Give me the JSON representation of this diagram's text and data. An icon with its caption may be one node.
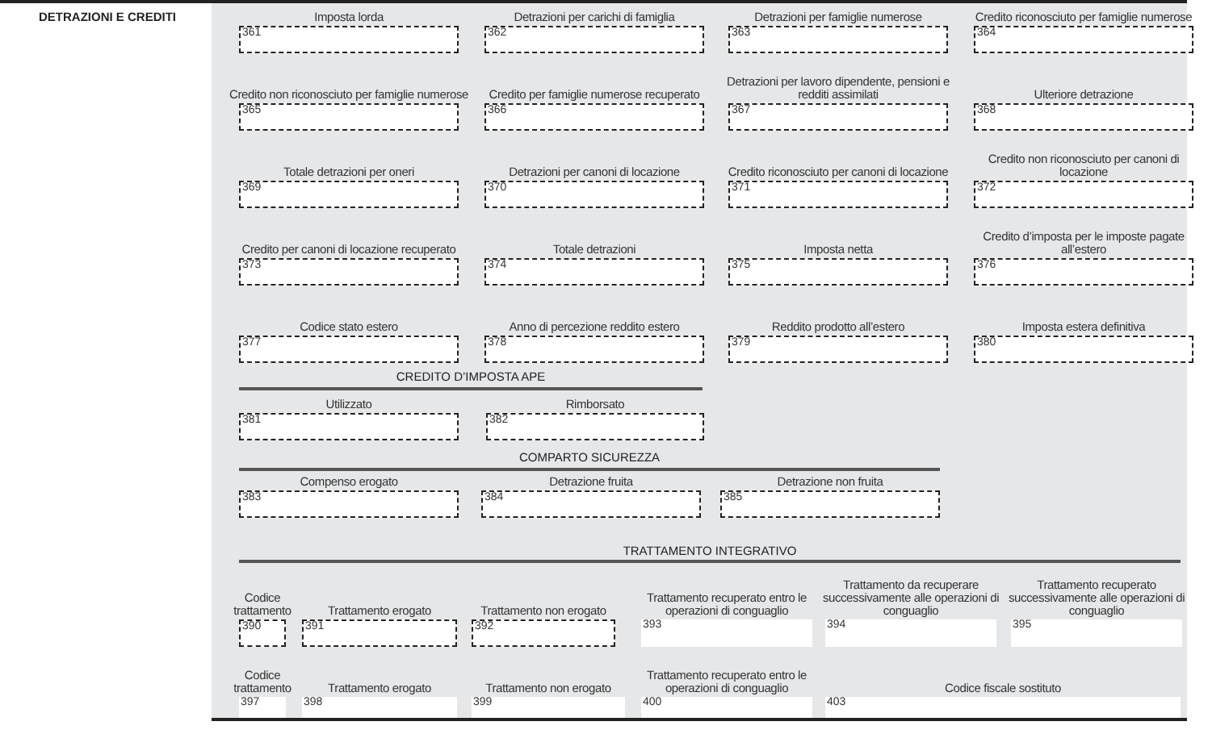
{
  "diagram": {
    "nodes": [
      {
        "text": [
          "361"
        ],
        "beside": [
          "Imposta lorda"
        ]
      },
      {
        "text": [
          "362"
        ],
        "beside": [
          "Detrazioni per carichi di famiglia"
        ]
      },
      {
        "text": [
          "363"
        ],
        "beside": [
          "Detrazioni per famiglie numerose"
        ]
      },
      {
        "text": [
          "364"
        ],
        "beside": [
          "Credito riconosciuto per famiglie numerose"
        ]
      },
      {
        "text": [
          "365"
        ],
        "beside": [
          "Credito non riconosciuto per famiglie numerose"
        ]
      },
      {
        "text": [
          "366"
        ],
        "beside": [
          "Credito per famiglie numerose recuperato"
        ]
      },
      {
        "text": [
          "367"
        ],
        "beside": [
          "Detrazioni per lavoro dipendente, pensioni e redditi assimilati"
        ]
      },
      {
        "text": [
          "368"
        ],
        "beside": [
          "Ulteriore detrazione"
        ]
      },
      {
        "text": [
          "369"
        ],
        "beside": [
          "Totale detrazioni per oneri"
        ]
      },
      {
        "text": [
          "370"
        ],
        "beside": [
          "Detrazioni per canoni di locazione"
        ]
      },
      {
        "text": [
          "371"
        ],
        "beside": [
          "Credito riconosciuto per canoni di locazione"
        ]
      },
      {
        "text": [
          "372"
        ],
        "beside": [
          "Credito non riconosciuto per canoni di locazione"
        ]
      },
      {
        "text": [
          "373"
        ],
        "beside": [
          "Credito per canoni di locazione recuperato"
        ]
      },
      {
        "text": [
          "374"
        ],
        "beside": [
          "Totale detrazioni"
        ]
      },
      {
        "text": [
          "375"
        ],
        "beside": [
          "Imposta netta"
        ]
      },
      {
        "text": [
          "376"
        ],
        "beside": [
          "Credito d’imposta per le imposte pagate all’estero"
        ]
      },
      {
        "text": [
          "377"
        ],
        "beside": [
          "Codice stato estero"
        ]
      },
      {
        "text": [
          "378"
        ],
        "beside": [
          "Anno di percezione reddito estero"
        ]
      },
      {
        "text": [
          "379"
        ],
        "beside": [
          "Reddito prodotto all’estero"
        ]
      },
      {
        "text": [
          "380"
        ],
        "beside": [
          "Imposta estera definitiva"
        ]
      },
      {
        "text": [
          "381"
        ],
        "beside": [
          "Utilizzato"
        ]
      },
      {
        "text": [
          "382"
        ],
        "beside": [
          "Rimborsato"
        ]
      },
      {
        "text": [
          "383"
        ],
        "beside": [
          "Compenso erogato"
        ]
      },
      {
        "text": [
          "384"
        ],
        "beside": [
          "Detrazione fruita"
        ]
      },
      {
        "text": [
          "385"
        ],
        "beside": [
          "Detrazione non fruita"
        ]
      },
      {
        "text": [
          "390"
        ],
        "beside": [
          "Codice trattamento"
        ]
      },
      {
        "text": [
          "391"
        ],
        "beside": [
          "Trattamento erogato"
        ]
      },
      {
        "text": [
          "392"
        ],
        "beside": [
          "Trattamento non erogato"
        ]
      },
      {
        "text": [
          "393"
        ],
        "beside": [
          "Trattamento recuperato entro le operazioni di conguaglio"
        ]
      },
      {
        "text": [
          "394"
        ],
        "beside": [
          "Trattamento da recuperare successivamente alle operazioni di conguaglio"
        ]
      },
      {
        "text": [
          "395"
        ],
        "beside": [
          "Trattamento recuperato successivamente alle operazioni di conguaglio"
        ]
      },
      {
        "text": [
          "397"
        ],
        "beside": [
          "Codice trattamento"
        ]
      },
      {
        "text": [
          "398"
        ],
        "beside": [
          "Trattamento erogato"
        ]
      },
      {
        "text": [
          "399"
        ],
        "beside": [
          "Trattamento non erogato"
        ]
      },
      {
        "text": [
          "400"
        ],
        "beside": [
          "Trattamento recuperato entro le operazioni di conguaglio"
        ]
      },
      {
        "text": [
          "403"
        ],
        "beside": [
          "Codice fiscale sostituto"
        ]
      }
    ],
    "labels": [
      "DETRAZIONI E CREDITI",
      "CREDITO D’IMPOSTA APE",
      "COMPARTO SICUREZZA",
      "TRATTAMENTO INTEGRATIVO"
    ]
  }
}
